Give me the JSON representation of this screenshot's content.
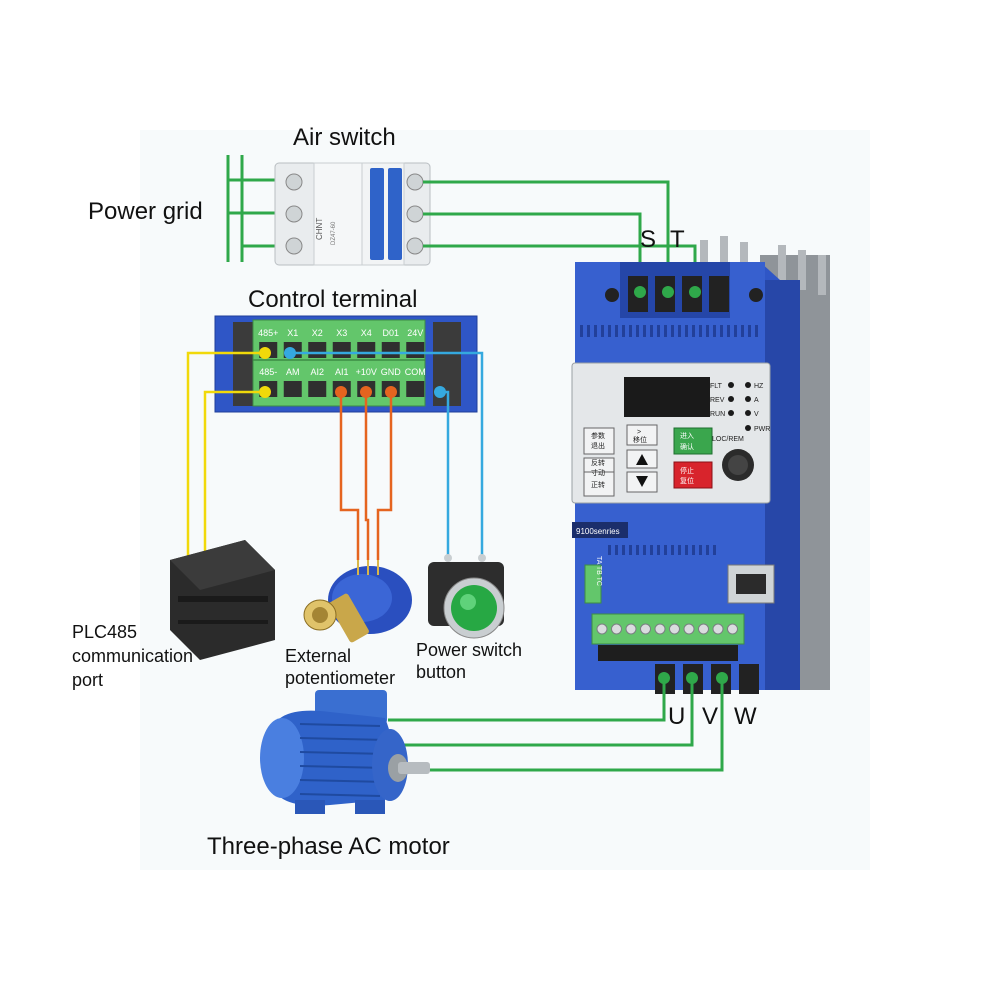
{
  "labels": {
    "air_switch": "Air switch",
    "power_grid": "Power grid",
    "control_terminal": "Control terminal",
    "plc_port": [
      "PLC485",
      "communication",
      "port"
    ],
    "potentiometer": [
      "External",
      "potentiometer"
    ],
    "power_button": [
      "Power switch",
      "button"
    ],
    "motor": "Three-phase AC motor"
  },
  "input_terminals": [
    "S",
    "T"
  ],
  "output_terminals": [
    "U",
    "V",
    "W"
  ],
  "control_terminal_block": {
    "top_row": [
      "485+",
      "X1",
      "X2",
      "X3",
      "X4",
      "D01",
      "24V"
    ],
    "bottom_row": [
      "485-",
      "AM",
      "AI2",
      "AI1",
      "+10V",
      "GND",
      "COM"
    ]
  },
  "inverter": {
    "series_label": "9100senries",
    "side_label": "TA TB TC",
    "indicators_left": [
      "FLT",
      "REV",
      "RUN"
    ],
    "indicators_right": [
      "HZ",
      "A",
      "V",
      "PWR"
    ],
    "loc_rem_label": "LOC/REM",
    "keys": {
      "menu": [
        "参数",
        "退出"
      ],
      "shift": [
        ">",
        "移位"
      ],
      "enter": [
        "进入",
        "确认"
      ],
      "reverse": [
        "反转",
        "寸动"
      ],
      "forward": "正转",
      "stop": [
        "停止",
        "复位"
      ],
      "up_icon": "up-arrow-icon",
      "down_icon": "down-arrow-icon"
    }
  },
  "breaker": {
    "brand": "CHNT",
    "model": "DZ47-60"
  },
  "colors": {
    "wire_green": "#2fa84a",
    "wire_yellow": "#f1d90a",
    "wire_orange": "#e5641f",
    "wire_blue": "#35a9df",
    "inverter_blue": "#2f56c6",
    "terminal_green": "#63c66b"
  }
}
